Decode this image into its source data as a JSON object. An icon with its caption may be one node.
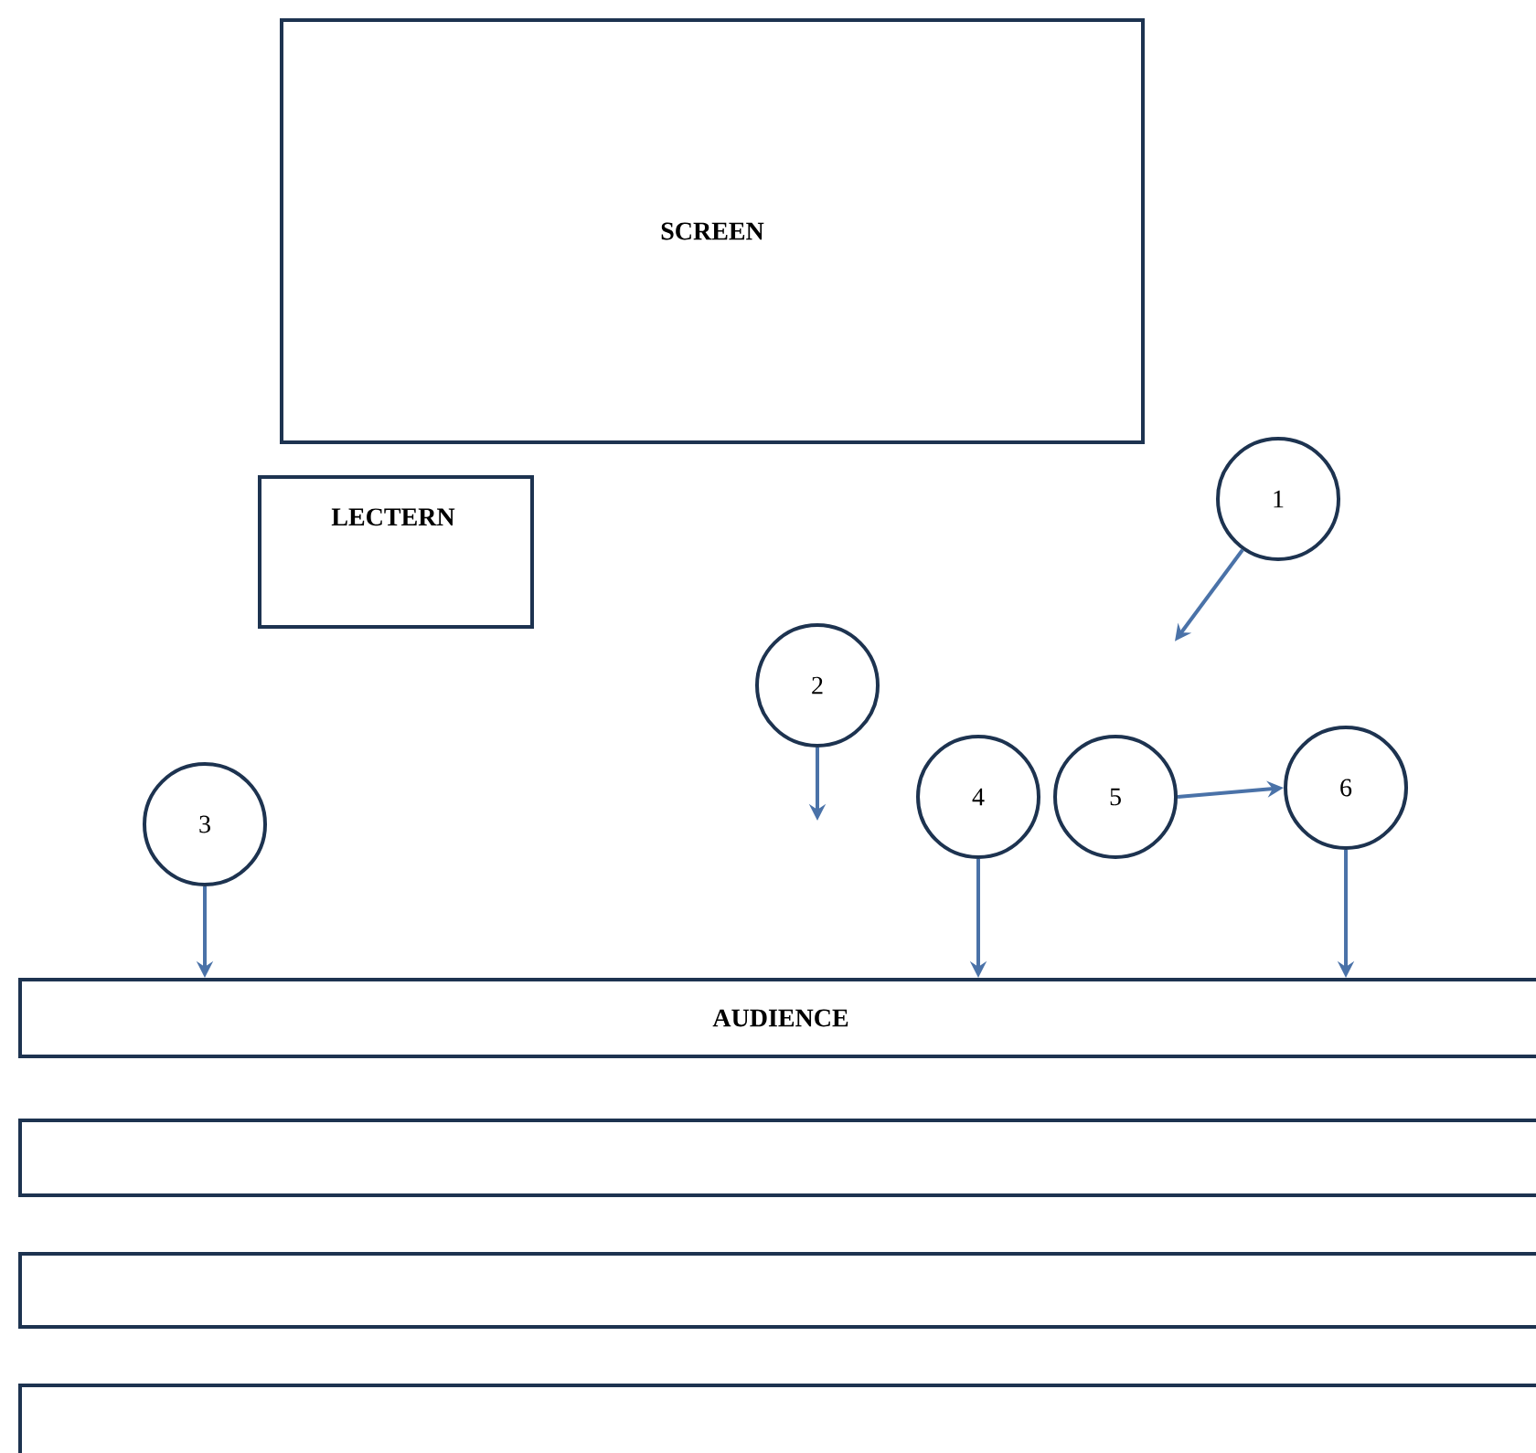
{
  "diagram": {
    "nodes": [
      {
        "text": [
          "SCREEN"
        ]
      },
      {
        "text": [
          "LECTERN"
        ]
      },
      {
        "text": [
          "1"
        ]
      },
      {
        "text": [
          "2"
        ]
      },
      {
        "text": [
          "3"
        ]
      },
      {
        "text": [
          "4"
        ]
      },
      {
        "text": [
          "5"
        ]
      },
      {
        "text": [
          "6"
        ]
      },
      {
        "text": [
          "AUDIENCE"
        ]
      },
      {
        "text": [],
        "shape": "bar"
      },
      {
        "text": [],
        "shape": "bar"
      },
      {
        "text": [],
        "shape": "bar"
      }
    ],
    "edges": [
      {
        "from": 2,
        "to": null,
        "arrow": "to"
      },
      {
        "from": 3,
        "to": null,
        "arrow": "to"
      },
      {
        "from": 4,
        "to": 8,
        "arrow": "to"
      },
      {
        "from": 5,
        "to": 8,
        "arrow": "to"
      },
      {
        "from": 6,
        "to": 7,
        "arrow": "to"
      },
      {
        "from": 7,
        "to": 8,
        "arrow": "to"
      }
    ]
  }
}
